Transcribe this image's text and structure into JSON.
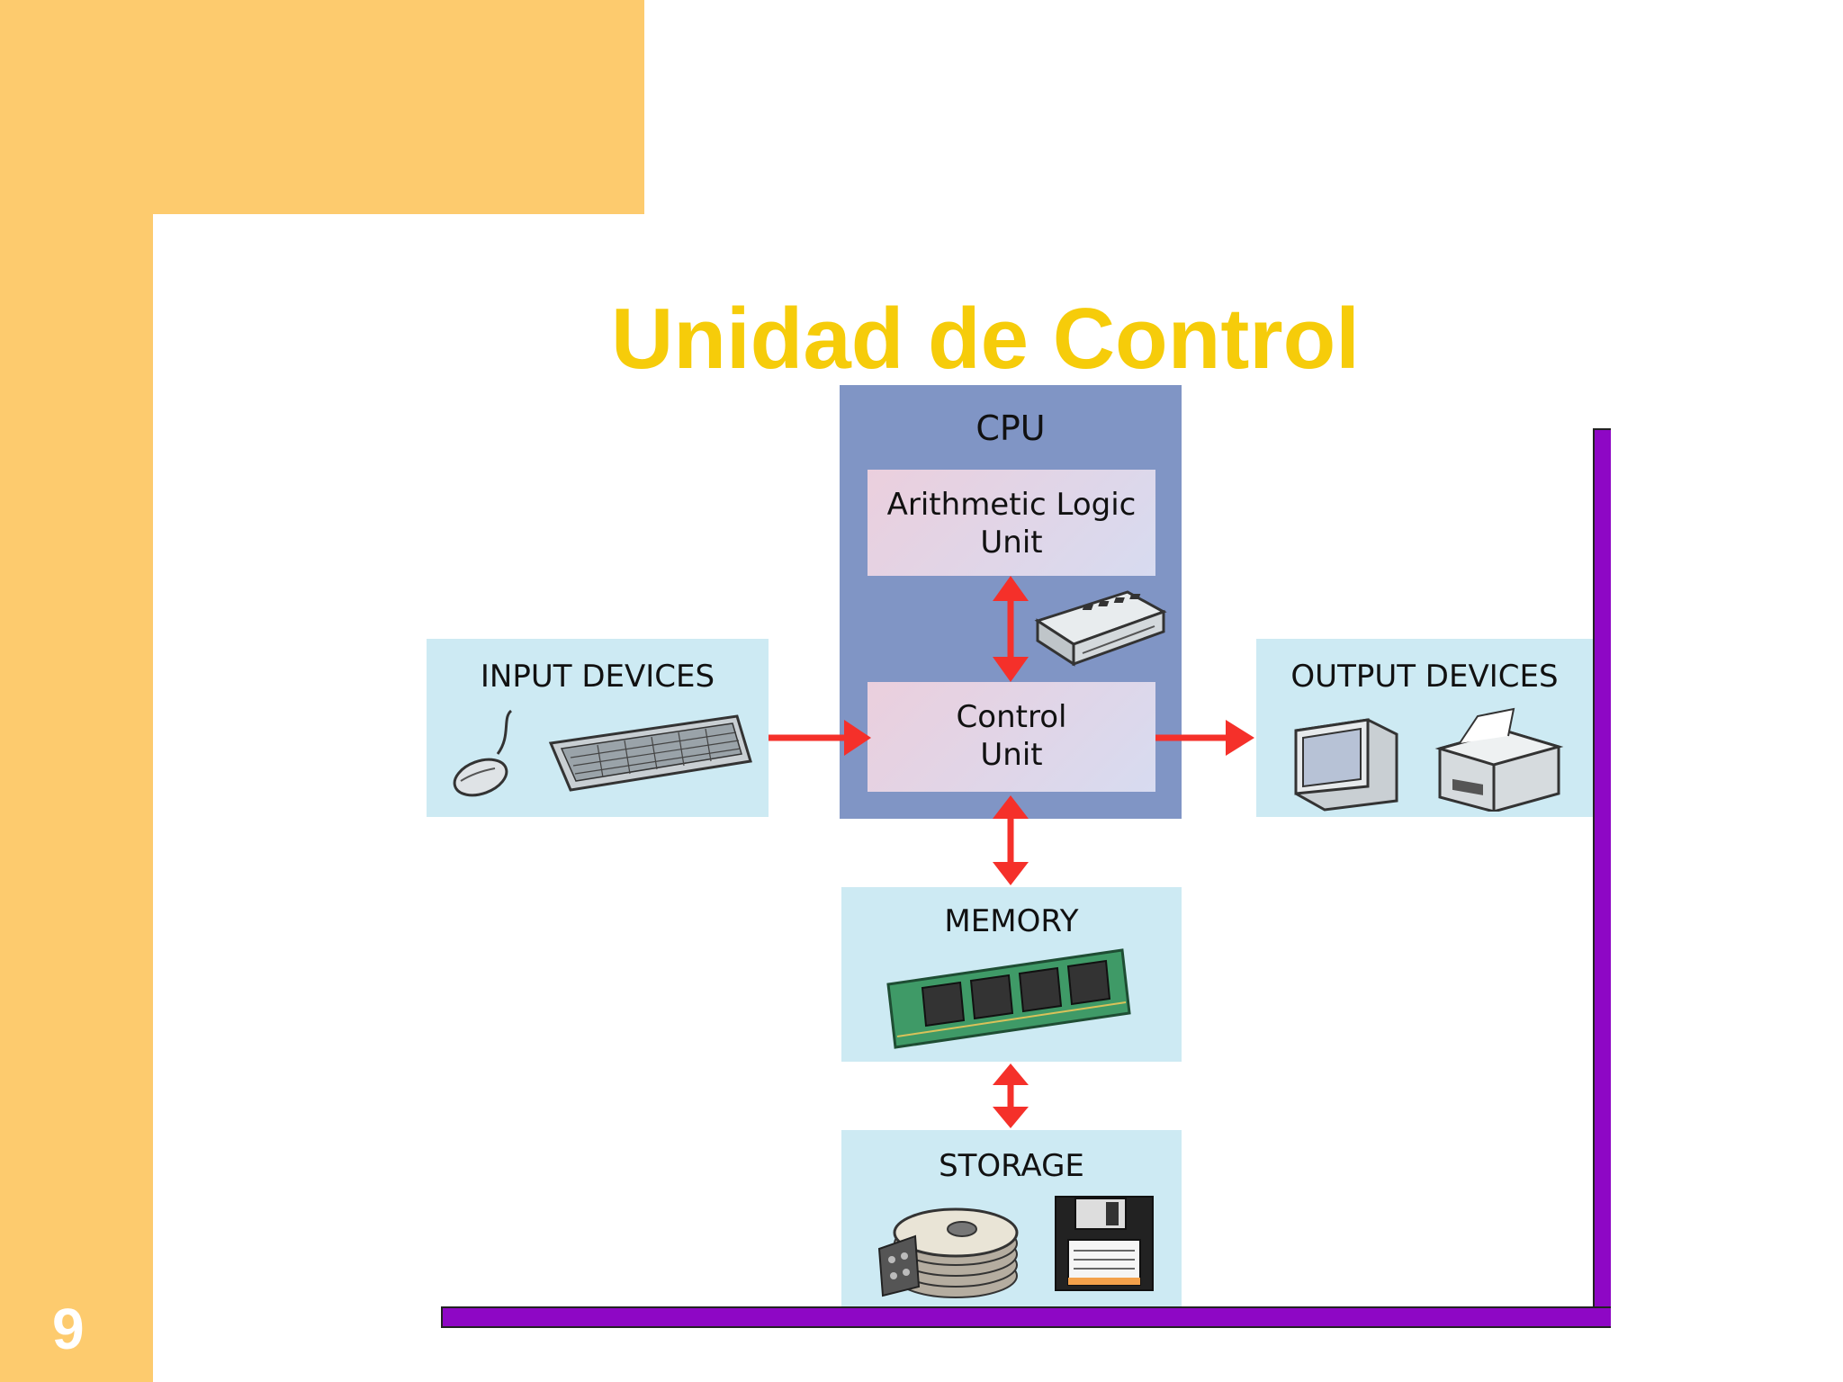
{
  "slide": {
    "title": "Unidad de Control",
    "number": "9"
  },
  "diagram": {
    "cpu": {
      "label": "CPU",
      "alu_line1": "Arithmetic Logic",
      "alu_line2": "Unit",
      "cu_line1": "Control",
      "cu_line2": "Unit"
    },
    "input": {
      "label": "INPUT DEVICES"
    },
    "output": {
      "label": "OUTPUT DEVICES"
    },
    "memory": {
      "label": "MEMORY"
    },
    "storage": {
      "label": "STORAGE"
    },
    "colors": {
      "accent_band": "#FDCB6E",
      "title": "#F6CC0A",
      "frame": "#8E07C5",
      "cpu": "#8095C5",
      "panel": "#CDEAF3",
      "arrow": "#F5302A"
    },
    "icons": [
      "mouse-icon",
      "keyboard-icon",
      "modem-icon",
      "monitor-icon",
      "printer-icon",
      "memory-module-icon",
      "hard-disk-icon",
      "floppy-disk-icon"
    ]
  }
}
